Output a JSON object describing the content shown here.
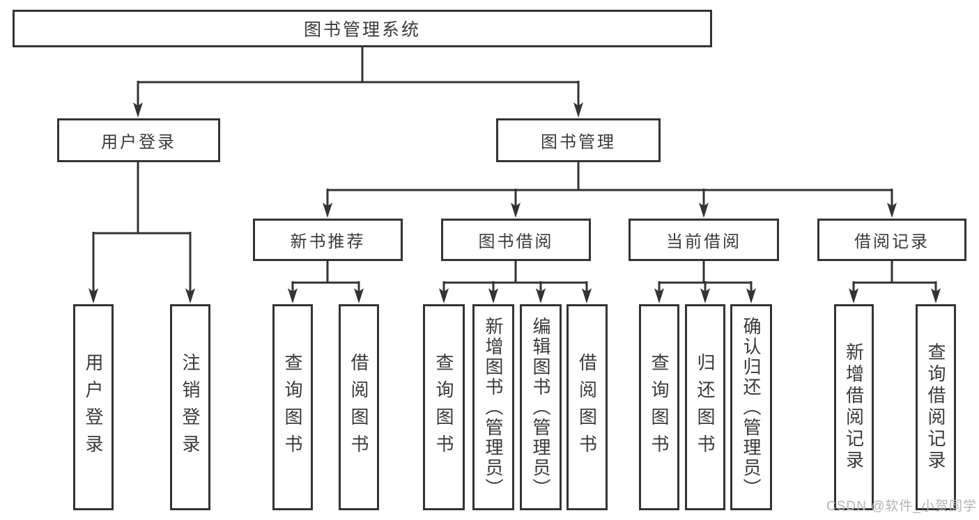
{
  "tree": {
    "root": "图书管理系统",
    "user_login": {
      "label": "用户登录",
      "children": [
        {
          "label": "用户登录"
        },
        {
          "label": "注销登录"
        }
      ]
    },
    "book_mgmt": {
      "label": "图书管理",
      "children": [
        {
          "label": "新书推荐",
          "children": [
            {
              "label": "查询图书"
            },
            {
              "label": "借阅图书"
            }
          ]
        },
        {
          "label": "图书借阅",
          "children": [
            {
              "label": "查询图书"
            },
            {
              "label": "新增图书（管理员）"
            },
            {
              "label": "编辑图书（管理员）"
            },
            {
              "label": "借阅图书"
            }
          ]
        },
        {
          "label": "当前借阅",
          "children": [
            {
              "label": "查询图书"
            },
            {
              "label": "归还图书"
            },
            {
              "label": "确认归还（管理员）"
            }
          ]
        },
        {
          "label": "借阅记录",
          "children": [
            {
              "label": "新增借阅记录"
            },
            {
              "label": "查询借阅记录"
            }
          ]
        }
      ]
    }
  },
  "watermark": "CSDN @软件_小贺同学",
  "colors": {
    "line": "#333333",
    "box_border": "#333333",
    "text": "#3a3a3a",
    "watermark": "#b3b3b3",
    "background": "#ffffff"
  }
}
